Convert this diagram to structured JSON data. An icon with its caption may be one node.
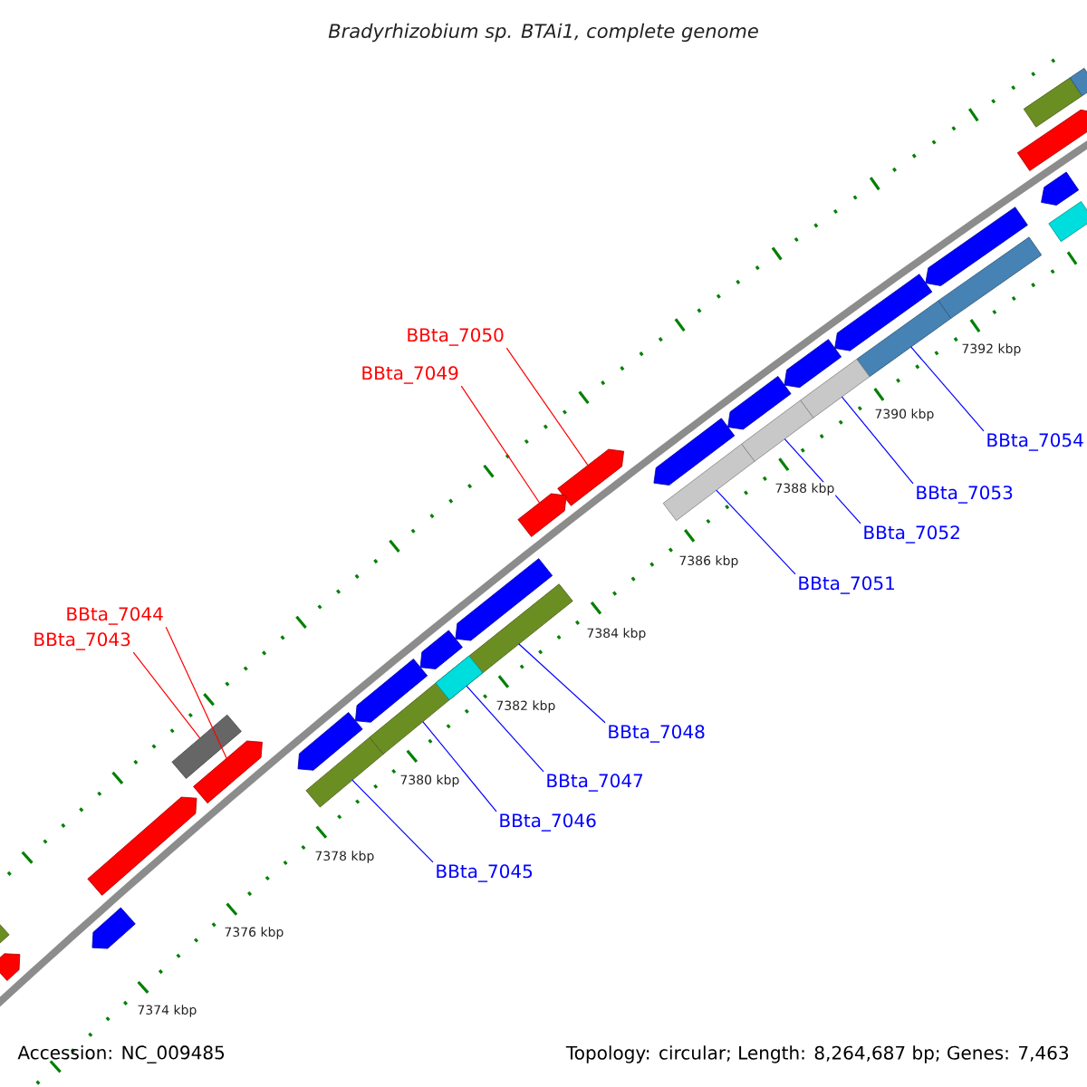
{
  "diagram": {
    "title": "Bradyrhizobium sp. BTAi1, complete genome",
    "nodes": [
      {
        "text": [
          "BBta_7050"
        ]
      },
      {
        "text": [
          "BBta_7049"
        ]
      },
      {
        "text": [
          "BBta_7054"
        ]
      },
      {
        "text": [
          "BBta_7053"
        ]
      },
      {
        "text": [
          "BBta_7052"
        ]
      },
      {
        "text": [
          "BBta_7051"
        ]
      },
      {
        "text": [
          "BBta_7044"
        ]
      },
      {
        "text": [
          "BBta_7043"
        ]
      },
      {
        "text": [
          "BBta_7048"
        ]
      },
      {
        "text": [
          "BBta_7047"
        ]
      },
      {
        "text": [
          "BBta_7046"
        ]
      },
      {
        "text": [
          "BBta_7045"
        ]
      },
      {
        "text": [],
        "shape": "pentagon"
      },
      {
        "text": [],
        "shape": "pentagon"
      },
      {
        "text": [],
        "shape": "bar"
      },
      {
        "text": [],
        "shape": "bar"
      },
      {
        "text": [],
        "shape": "bar"
      },
      {
        "text": [],
        "shape": "bar"
      },
      {
        "text": [],
        "shape": "pentagon"
      },
      {
        "text": [],
        "shape": "bar"
      },
      {
        "text": [],
        "shape": "bar"
      },
      {
        "text": [],
        "shape": "bar"
      },
      {
        "text": [],
        "shape": "bar"
      },
      {
        "text": [],
        "shape": "bar"
      },
      {
        "text": [],
        "shape": "pentagon"
      },
      {
        "text": [],
        "shape": "pentagon"
      },
      {
        "text": [],
        "shape": "pentagon"
      },
      {
        "text": [],
        "shape": "bar"
      },
      {
        "text": [],
        "shape": "bar"
      },
      {
        "text": [],
        "shape": "bar"
      },
      {
        "text": [],
        "shape": "pentagon"
      },
      {
        "text": [],
        "shape": "pentagon"
      },
      {
        "text": [],
        "shape": "pentagon"
      },
      {
        "text": [],
        "shape": "pentagon"
      },
      {
        "text": [],
        "shape": "pentagon"
      },
      {
        "text": [],
        "shape": "pentagon"
      },
      {
        "text": [],
        "shape": "pentagon"
      },
      {
        "text": [],
        "shape": "pentagon"
      },
      {
        "text": [],
        "shape": "pentagon"
      },
      {
        "text": [],
        "shape": "pentagon"
      },
      {
        "text": [],
        "shape": "pentagon"
      },
      {
        "text": [],
        "shape": "bar"
      },
      {
        "text": [],
        "shape": "bar"
      }
    ],
    "edges": [
      {
        "from": 0,
        "to": 12,
        "arrow": "none",
        "color": "#ff0000"
      },
      {
        "from": 1,
        "to": 13,
        "arrow": "none",
        "color": "#ff0000"
      },
      {
        "from": 2,
        "to": 14,
        "arrow": "none"
      },
      {
        "from": 3,
        "to": 15,
        "arrow": "none"
      },
      {
        "from": 4,
        "to": 16,
        "arrow": "none"
      },
      {
        "from": 5,
        "to": 17,
        "arrow": "none"
      },
      {
        "from": 6,
        "to": 18,
        "arrow": "none",
        "color": "#ff0000"
      },
      {
        "from": 7,
        "to": 19,
        "arrow": "none",
        "color": "#ff0000"
      },
      {
        "from": 8,
        "to": 20,
        "arrow": "none"
      },
      {
        "from": 9,
        "to": 21,
        "arrow": "none"
      },
      {
        "from": 10,
        "to": 22,
        "arrow": "none"
      },
      {
        "from": 11,
        "to": 23,
        "arrow": "none"
      }
    ],
    "labels": [
      "7374 kbp",
      "7376 kbp",
      "7378 kbp",
      "7380 kbp",
      "7382 kbp",
      "7384 kbp",
      "7386 kbp",
      "7388 kbp",
      "7390 kbp",
      "7392 kbp",
      "Accession: NC_009485",
      "Topology: circular; Length: 8,264,687 bp; Genes: 7,463"
    ]
  }
}
